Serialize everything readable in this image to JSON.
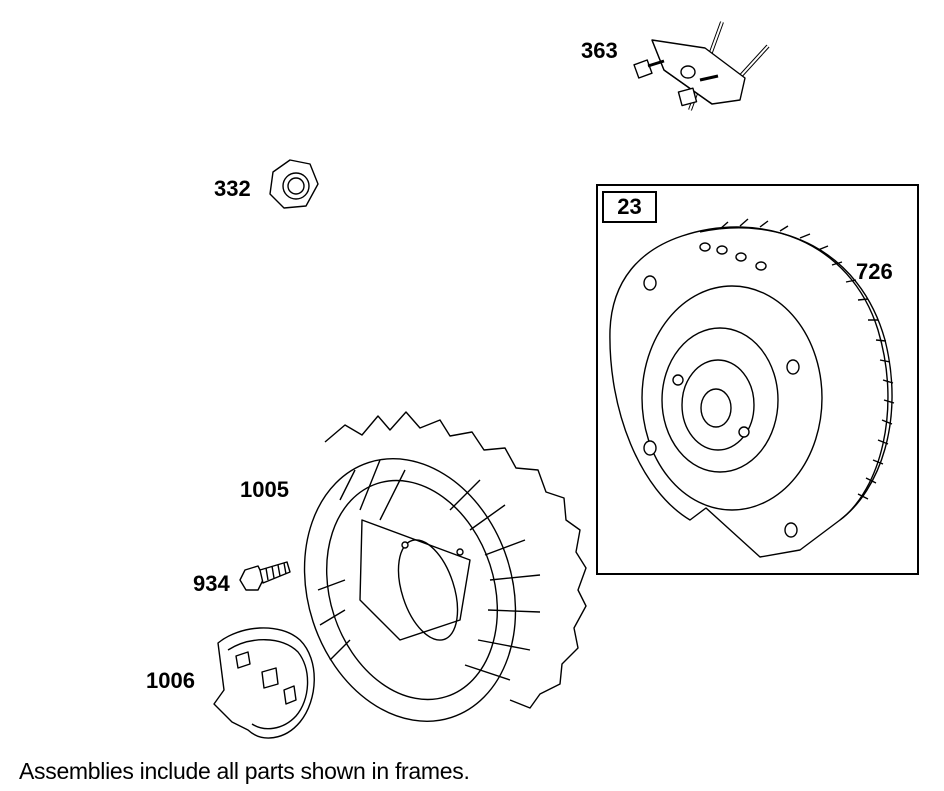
{
  "parts": {
    "p363": "363",
    "p332": "332",
    "p23": "23",
    "p726": "726",
    "p1005": "1005",
    "p934": "934",
    "p1006": "1006"
  },
  "footnote": "Assemblies include all parts shown in frames.",
  "colors": {
    "line": "#000000",
    "background": "#ffffff"
  }
}
